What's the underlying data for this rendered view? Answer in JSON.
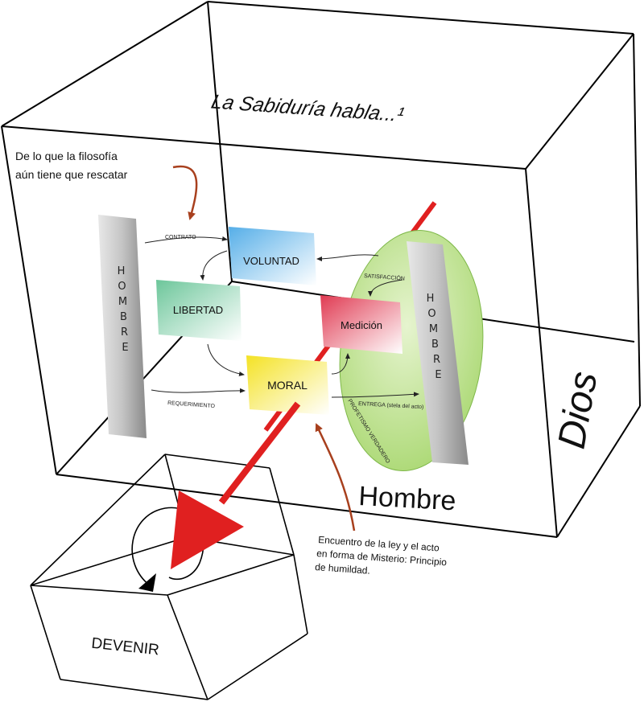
{
  "title": "La Sabiduría habla...¹",
  "caption_top": [
    "De lo que la filosofía",
    "aún tiene que rescatar"
  ],
  "side_label": "Dios",
  "bottom_label": "Hombre",
  "pillar_left": [
    "H",
    "O",
    "M",
    "B",
    "R",
    "E"
  ],
  "pillar_right": [
    "H",
    "O",
    "M",
    "B",
    "R",
    "E"
  ],
  "boxes": {
    "voluntad": "VOLUNTAD",
    "libertad": "LIBERTAD",
    "medicion": "Medición",
    "moral": "MORAL"
  },
  "edge_labels": {
    "contrato": "CONTRATO",
    "requerimiento": "REQUERIMIENTO",
    "satisfaccion": "SATISFACCIÓN",
    "entrega": "ENTREGA (stela del acto)",
    "profetismo": "PROFETISMO VERDADERO"
  },
  "caption_bottom": [
    "Encuentro de la ley y el acto",
    "en forma de Misterio: Principio",
    "de humildad."
  ],
  "devenir": "DEVENIR",
  "colors": {
    "arrow_red": "#e02020",
    "caption_arrow": "#a8401e",
    "ellipse_green": "#a6d66c",
    "voluntad": "#55aee8",
    "libertad": "#6cc69a",
    "medicion": "#e03a52",
    "moral": "#f4e224"
  }
}
